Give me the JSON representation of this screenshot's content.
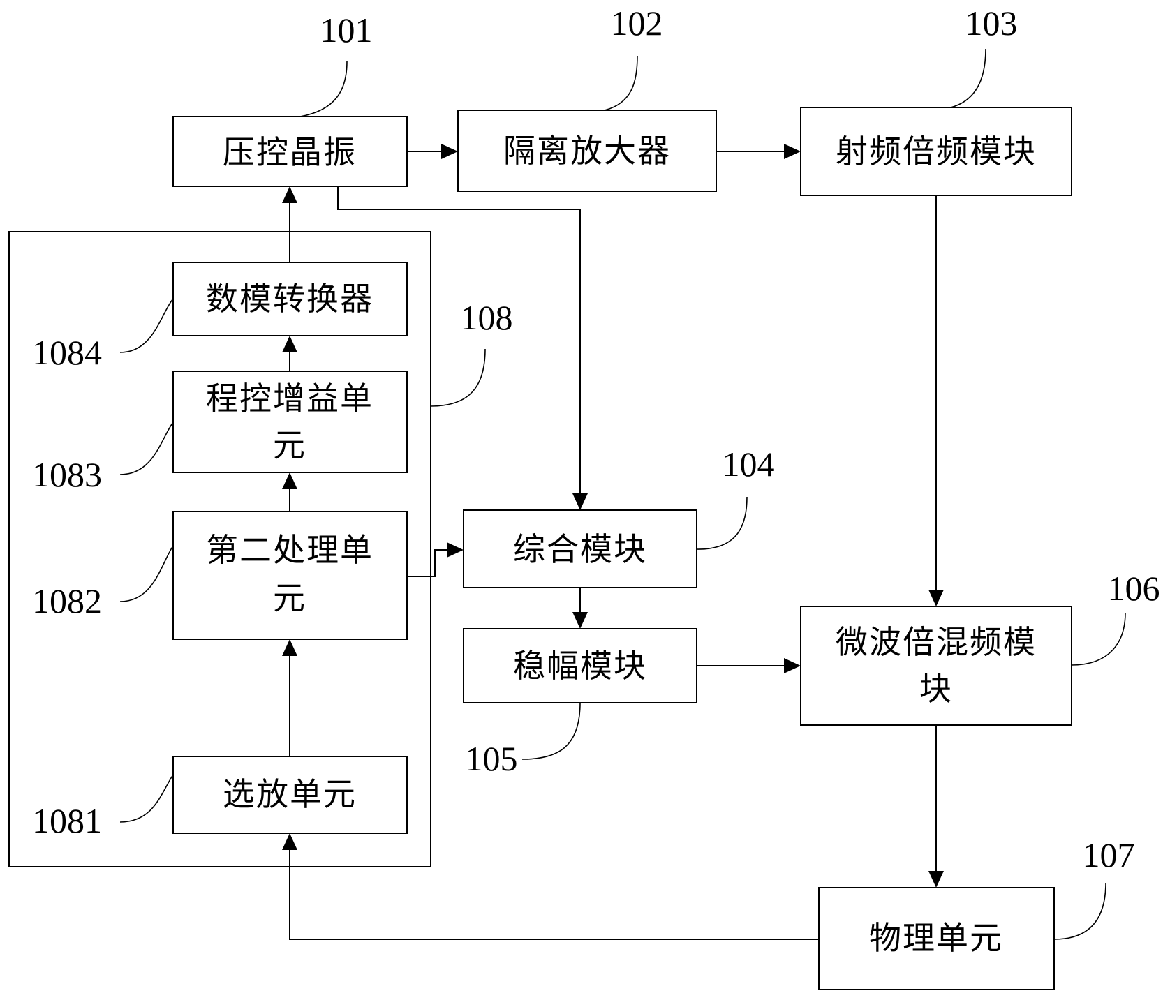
{
  "blocks": {
    "vco": {
      "label": "压控晶振",
      "ref": "101"
    },
    "isolation_amplifier": {
      "label": "隔离放大器",
      "ref": "102"
    },
    "rf_multiplier": {
      "label": "射频倍频模块",
      "ref": "103"
    },
    "synthesis": {
      "label": "综合模块",
      "ref": "104"
    },
    "amplitude_stabilizer": {
      "label": "稳幅模块",
      "ref": "105"
    },
    "microwave_mixer": {
      "label_line1": "微波倍混频模",
      "label_line2": "块",
      "ref": "106"
    },
    "physics_unit": {
      "label": "物理单元",
      "ref": "107"
    },
    "servo_group": {
      "ref": "108"
    },
    "selective_amp": {
      "label": "选放单元",
      "ref": "1081"
    },
    "second_processing": {
      "label_line1": "第二处理单",
      "label_line2": "元",
      "ref": "1082"
    },
    "programmable_gain": {
      "label_line1": "程控增益单",
      "label_line2": "元",
      "ref": "1083"
    },
    "dac": {
      "label": "数模转换器",
      "ref": "1084"
    }
  }
}
